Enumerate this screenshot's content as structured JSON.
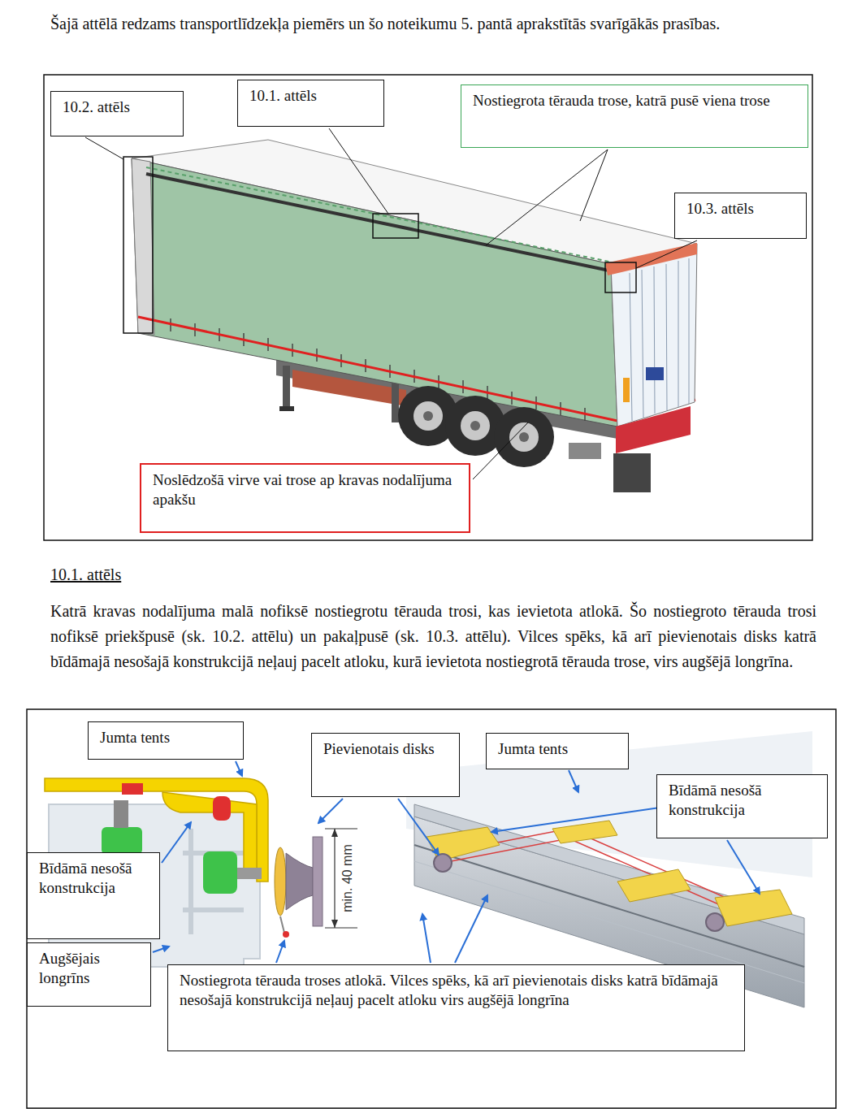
{
  "diagram": {
    "nodes": [
      {
        "text": [
          "10.2. attēls"
        ]
      },
      {
        "text": [
          "10.1. attēls"
        ]
      },
      {
        "text": [
          "Nostiegrota tērauda trose, katrā pusē viena trose"
        ]
      },
      {
        "text": [
          "10.3. attēls"
        ]
      },
      {
        "text": [
          "Noslēdzošā virve vai trose ap kravas nodalījuma apakšu"
        ]
      },
      {
        "text": [
          "Jumta tents"
        ]
      },
      {
        "text": [
          "Pievienotais disks"
        ]
      },
      {
        "text": [
          "Jumta tents"
        ]
      },
      {
        "text": [
          "Bīdāmā nesošā konstrukcija"
        ]
      },
      {
        "text": [
          "Bīdāmā nesošā konstrukcija"
        ]
      },
      {
        "text": [
          "Augšējais longrīns"
        ]
      },
      {
        "text": [
          "Nostiegrota tērauda troses atlokā. Vilces spēks, kā arī pievienotais disks katrā bīdāmajā nesošajā konstrukcijā neļauj pacelt atloku virs augšējā longrīna"
        ]
      }
    ],
    "labels": [
      "Šajā attēlā redzams transportlīdzekļa piemērs un šo noteikumu 5. pantā aprakstītās svarīgākās prasības.",
      "10.1. attēls",
      "Katrā kravas nodalījuma malā nofiksē nostiegrotu tērauda trosi, kas ievietota atlokā. Šo nostiegroto tērauda trosi nofiksē priekšpusē (sk. 10.2. attēlu) un pakaļpusē (sk. 10.3. attēlu). Vilces spēks, kā arī pievienotais disks katrā bīdāmajā nesošajā konstrukcijā neļauj pacelt atloku, kurā ievietota nostiegrotā tērauda trose, virs augšējā longrīna.",
      "min. 40 mm"
    ]
  }
}
